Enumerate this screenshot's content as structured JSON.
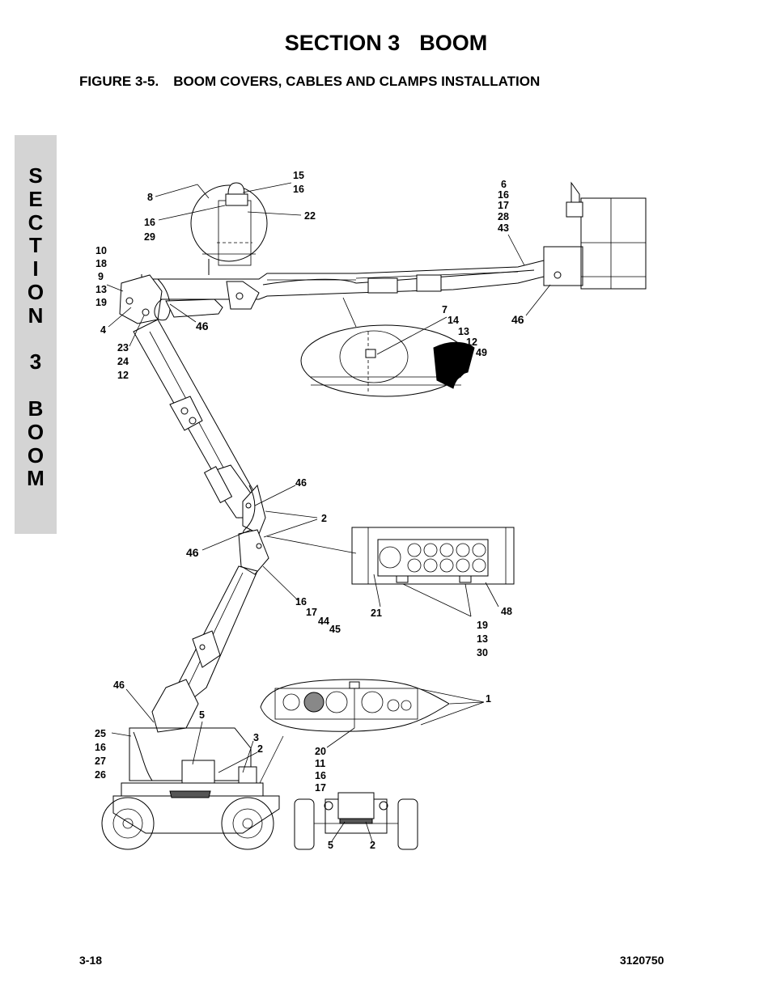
{
  "header": {
    "section": "SECTION 3",
    "title": "BOOM"
  },
  "figure_title": {
    "number": "FIGURE 3-5.",
    "caption": "BOOM COVERS, CABLES AND CLAMPS INSTALLATION"
  },
  "side_tab": {
    "letters": [
      "S",
      "E",
      "C",
      "T",
      "I",
      "O",
      "N",
      "",
      "3",
      "",
      "B",
      "O",
      "O",
      "M"
    ]
  },
  "callouts": {
    "top_left_inset": [
      "8",
      "15",
      "16",
      "22",
      "16",
      "29"
    ],
    "left_stack": [
      "10",
      "18",
      "9",
      "13",
      "19",
      "4"
    ],
    "mid_left_stack": [
      "23",
      "24",
      "12"
    ],
    "near_clamp": "46",
    "top_right_stack": [
      "6",
      "16",
      "17",
      "28",
      "43"
    ],
    "right_46": "46",
    "center_inset": [
      "7",
      "14",
      "13",
      "12",
      "49"
    ],
    "elbow": [
      "46",
      "2",
      "46"
    ],
    "elbow_lower": [
      "16",
      "17",
      "44",
      "45"
    ],
    "right_inset": [
      "21",
      "48",
      "19",
      "13",
      "30"
    ],
    "base_left": [
      "46",
      "25",
      "16",
      "27",
      "26"
    ],
    "base_mid": [
      "5",
      "3",
      "2"
    ],
    "bottom_inset": [
      "1",
      "20",
      "11",
      "16",
      "17"
    ],
    "base_view": [
      "5",
      "2"
    ]
  },
  "footer": {
    "page": "3-18",
    "doc_number": "3120750"
  }
}
